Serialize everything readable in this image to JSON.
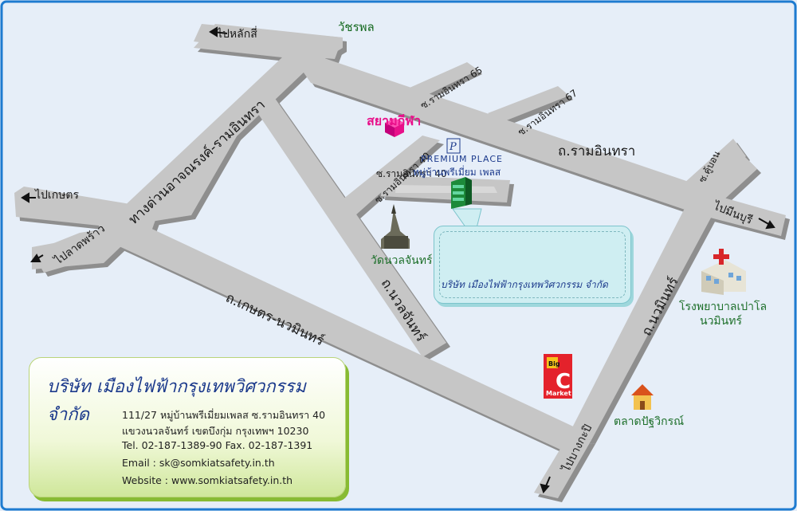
{
  "roads": {
    "ramintra": "ถ.รามอินทรา",
    "expressway": "ทางด่วนอาจณรงค์-รามอินทรา",
    "kaset_nawamin": "ถ.เกษตร-นวมินทร์",
    "nuanchan": "ถ.นวลจันทร์",
    "nawamin": "ถ.นวมินทร์",
    "soi_65": "ซ.รามอินทรา 65",
    "soi_67": "ซ.รามอินทรา 67",
    "soi_40_vertical": "ซ.รามอินทรา 40",
    "soi_40_horizontal": "ซ.รามอินทรา 40",
    "soi_khubon": "ซ.คู้บอน"
  },
  "directions": {
    "to_lak_si": "ไปหลักสี่",
    "to_kaset": "ไปเกษตร",
    "to_lat_phrao": "ไปลาดพร้าว",
    "to_min_buri": "ไปมีนบุรี",
    "to_bang_kapi": "ไปบางกะปิ"
  },
  "places": {
    "watcharaphon": "วัชรพล",
    "siam_kila": "สยามกีฬา",
    "premium_place_en": "PREMIUM PLACE",
    "premium_place_th": "หมู่บ้านพรีเมี่ยม เพลส",
    "wat_nuanchan": "วัดนวลจันทร์",
    "hospital_line1": "โรงพยาบาลเปาโล",
    "hospital_line2": "นวมินทร์",
    "market": "ตลาดปัฐวิกรณ์",
    "bigc_top": "Big",
    "bigc_c": "C",
    "bigc_bottom": "Market"
  },
  "bubble": {
    "company": "บริษัท เมืองไฟฟ้ากรุงเทพวิศวกรรม จำกัด"
  },
  "card": {
    "company": "บริษัท เมืองไฟฟ้ากรุงเทพวิศวกรรม จำกัด",
    "address1": "111/27 หมู่บ้านพรีเมี่ยมเพลส ซ.รามอินทรา 40",
    "address2": "แขวงนวลจันทร์ เขตบึงกุ่ม กรุงเทพฯ 10230",
    "phone": "Tel. 02-187-1389-90  Fax. 02-187-1391",
    "email": "Email : sk@somkiatsafety.in.th",
    "website": "Website : www.somkiatsafety.in.th"
  },
  "colors": {
    "frame": "#1e7bd0",
    "road": "#c6c6c6",
    "road_dark": "#8e8e8e",
    "place_text": "#1d6f2a",
    "pink": "#e8108a",
    "company_blue": "#1c3a8c"
  }
}
